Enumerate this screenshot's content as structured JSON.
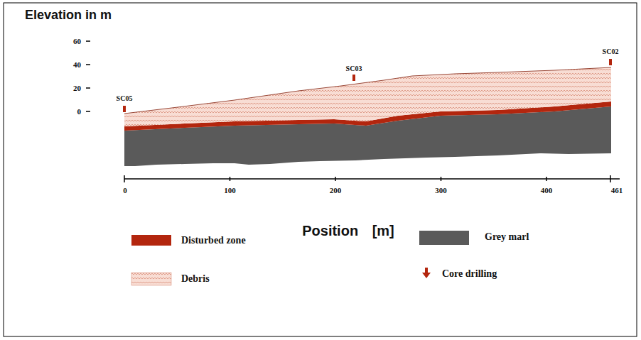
{
  "diagram": {
    "labels": [
      "Elevation in m",
      "60",
      "40",
      "20",
      "0",
      "SC05",
      "SC03",
      "SC02",
      "0",
      "100",
      "200",
      "300",
      "400",
      "461",
      "Position [m]"
    ],
    "legend": [
      {
        "text": "Disturbed zone",
        "color": "#b3260e"
      },
      {
        "text": "Debris"
      },
      {
        "text": "Grey marl",
        "color": "#5a5a5a"
      },
      {
        "text": "Core drilling"
      }
    ]
  }
}
